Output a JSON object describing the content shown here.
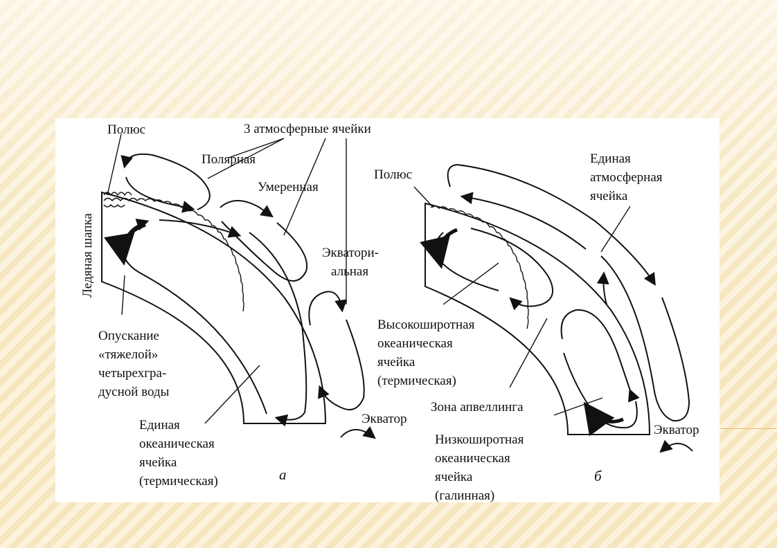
{
  "diagram_a": {
    "pole": "Полюс",
    "three_cells": "3 атмосферные ячейки",
    "polar": "Полярная",
    "temperate": "Умеренная",
    "equatorial": [
      "Экватори-",
      "альная"
    ],
    "ice_cap": "Ледяная шапка",
    "sinking": [
      "Опускание",
      "«тяжелой»",
      "четырехгра-",
      "дусной воды"
    ],
    "ocean_cell": [
      "Единая",
      "океаническая",
      "ячейка",
      "(термическая)"
    ],
    "equator": "Экватор",
    "letter": "а"
  },
  "diagram_b": {
    "pole": "Полюс",
    "atm_cell": [
      "Единая",
      "атмосферная",
      "ячейка"
    ],
    "high_lat": [
      "Высокоширотная",
      "океаническая",
      "ячейка",
      "(термическая)"
    ],
    "upwelling": "Зона апвеллинга",
    "low_lat": [
      "Низкоширотная",
      "океаническая",
      "ячейка",
      "(галинная)"
    ],
    "equator": "Экватор",
    "letter": "б"
  },
  "colors": {
    "panel": "#ffffff",
    "ink": "#111111",
    "accent": "#f0b469"
  }
}
